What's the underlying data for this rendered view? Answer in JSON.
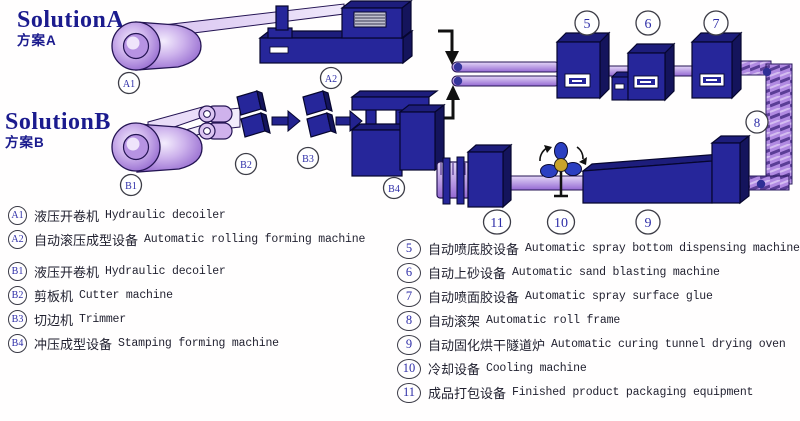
{
  "solution_a": {
    "title": "SolutionA",
    "subtitle": "方案A"
  },
  "solution_b": {
    "title": "SolutionB",
    "subtitle": "方案B"
  },
  "machine_labels": {
    "a1": "A1",
    "a2": "A2",
    "b1": "B1",
    "b2": "B2",
    "b3": "B3",
    "b4": "B4",
    "s5": "5",
    "s6": "6",
    "s7": "7",
    "s8": "8",
    "s9": "9",
    "s10": "10",
    "s11": "11"
  },
  "legend_left": [
    {
      "id": "A1",
      "cn": "液压开卷机",
      "en": "Hydraulic decoiler"
    },
    {
      "id": "A2",
      "cn": "自动滚压成型设备",
      "en": "Automatic rolling forming machine"
    },
    {
      "id": "B1",
      "cn": "液压开卷机",
      "en": "Hydraulic decoiler"
    },
    {
      "id": "B2",
      "cn": "剪板机",
      "en": "Cutter machine"
    },
    {
      "id": "B3",
      "cn": "切边机",
      "en": "Trimmer"
    },
    {
      "id": "B4",
      "cn": "冲压成型设备",
      "en": "Stamping forming machine"
    }
  ],
  "legend_right": [
    {
      "id": "5",
      "cn": "自动喷底胶设备",
      "en": "Automatic spray bottom dispensing machine"
    },
    {
      "id": "6",
      "cn": "自动上砂设备",
      "en": "Automatic sand blasting machine"
    },
    {
      "id": "7",
      "cn": "自动喷面胶设备",
      "en": "Automatic spray surface glue"
    },
    {
      "id": "8",
      "cn": "自动滚架",
      "en": "Automatic roll frame"
    },
    {
      "id": "9",
      "cn": "自动固化烘干隧道炉",
      "en": "Automatic curing tunnel drying oven"
    },
    {
      "id": "10",
      "cn": "冷却设备",
      "en": "Cooling machine"
    },
    {
      "id": "11",
      "cn": "成品打包设备",
      "en": "Finished product packaging equipment"
    }
  ],
  "colors": {
    "machine_navy": "#26269a",
    "machine_navy_top": "#1d1d7c",
    "machine_navy_side": "#14145c",
    "belt_purple": "#a77cda",
    "title_navy": "#1b1b8e",
    "label_blue": "#2e2ea8",
    "fan_blue": "#2b3fc1",
    "fan_hub_gold": "#c9a42c"
  }
}
